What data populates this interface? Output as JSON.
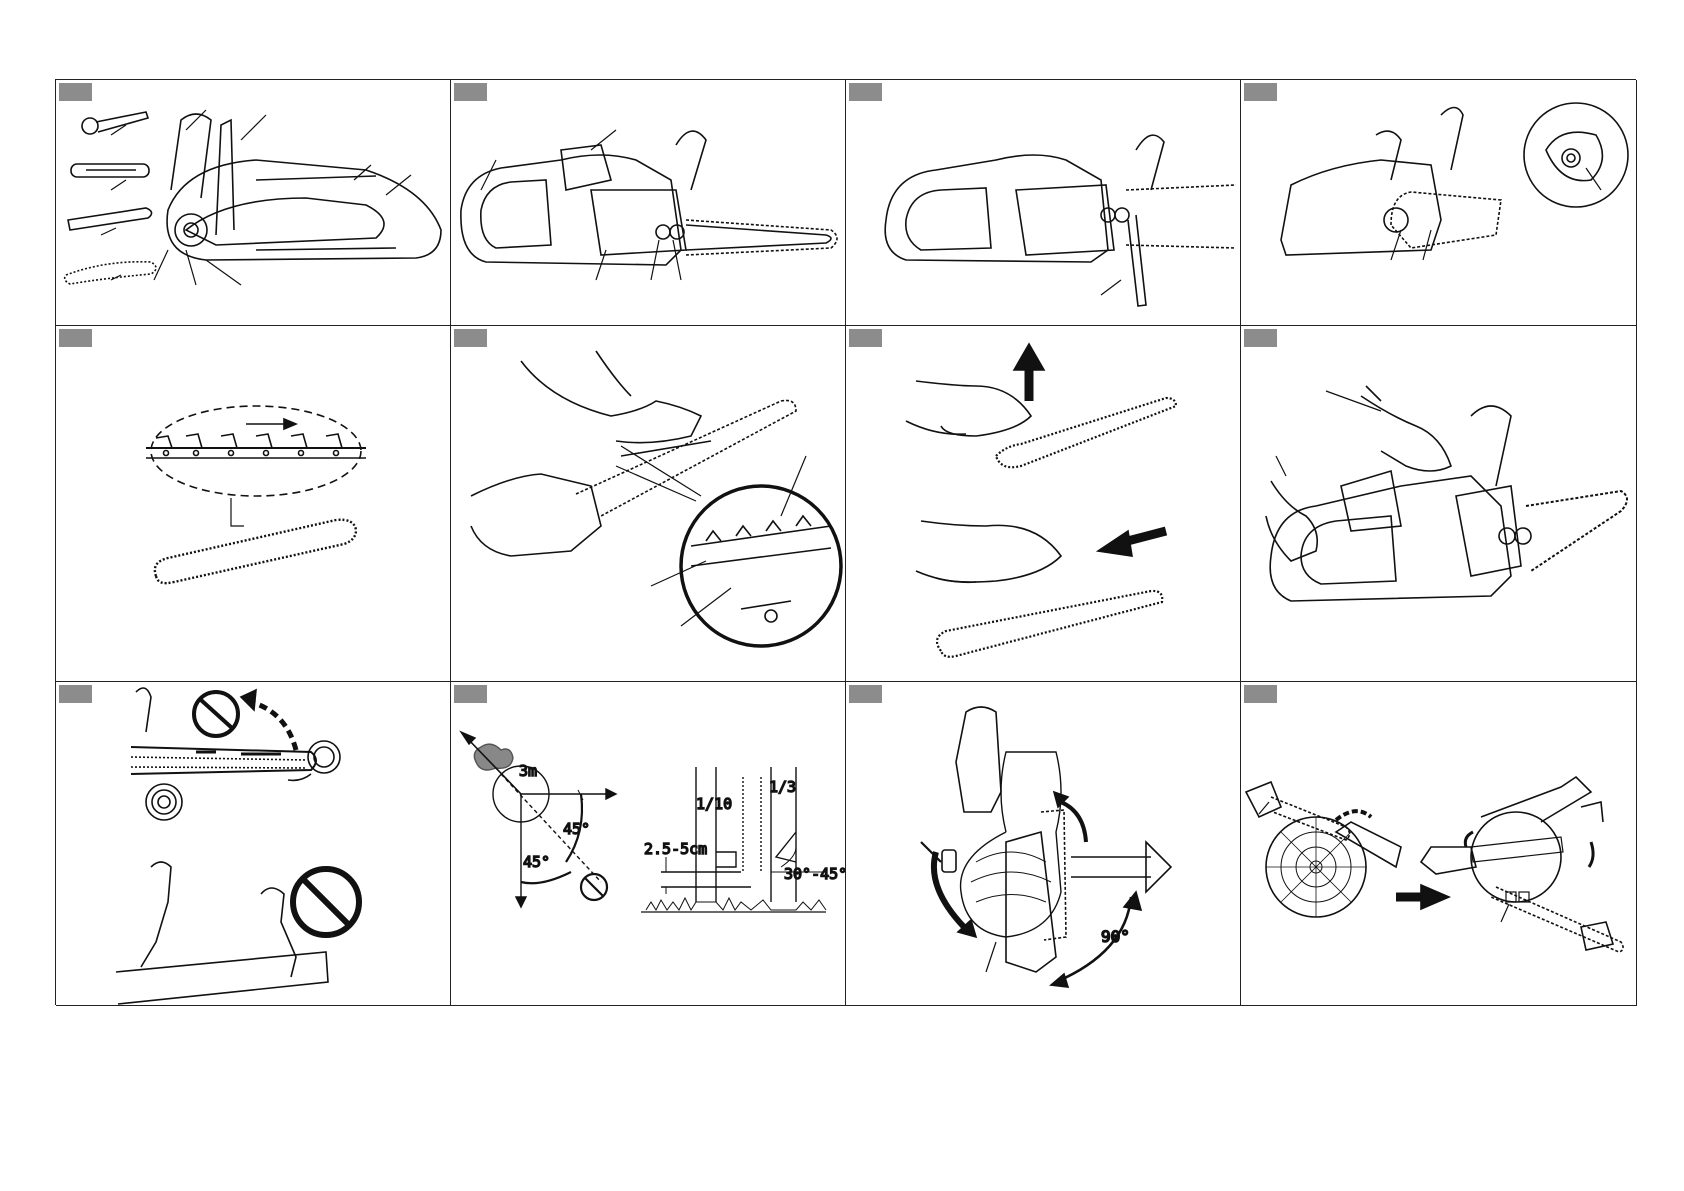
{
  "sheet": {
    "panels": [
      {
        "id": "p1",
        "labels": []
      },
      {
        "id": "p2",
        "labels": []
      },
      {
        "id": "p3",
        "labels": []
      },
      {
        "id": "p4",
        "labels": []
      },
      {
        "id": "p5",
        "labels": []
      },
      {
        "id": "p6",
        "labels": []
      },
      {
        "id": "p7",
        "labels": []
      },
      {
        "id": "p8",
        "labels": []
      },
      {
        "id": "p9",
        "labels": []
      },
      {
        "id": "p10",
        "labels": [
          "3m",
          "45°",
          "45°",
          "1/10",
          "1/3",
          "2.5-5cm",
          "30°-45°"
        ]
      },
      {
        "id": "p11",
        "labels": [
          "90°"
        ]
      },
      {
        "id": "p12",
        "labels": []
      }
    ]
  },
  "felling": {
    "distance": "3m",
    "angle_a": "45°",
    "angle_b": "45°",
    "ratio_a": "1/10",
    "ratio_b": "1/3",
    "height": "2.5-5cm",
    "notch_angle": "30°-45°"
  },
  "limbing": {
    "angle": "90°"
  },
  "icons": {
    "prohibited": "prohibited-icon",
    "arrow": "arrow-icon"
  },
  "colors": {
    "line": "#111111",
    "tag": "#8c8c8c",
    "border": "#222222"
  }
}
